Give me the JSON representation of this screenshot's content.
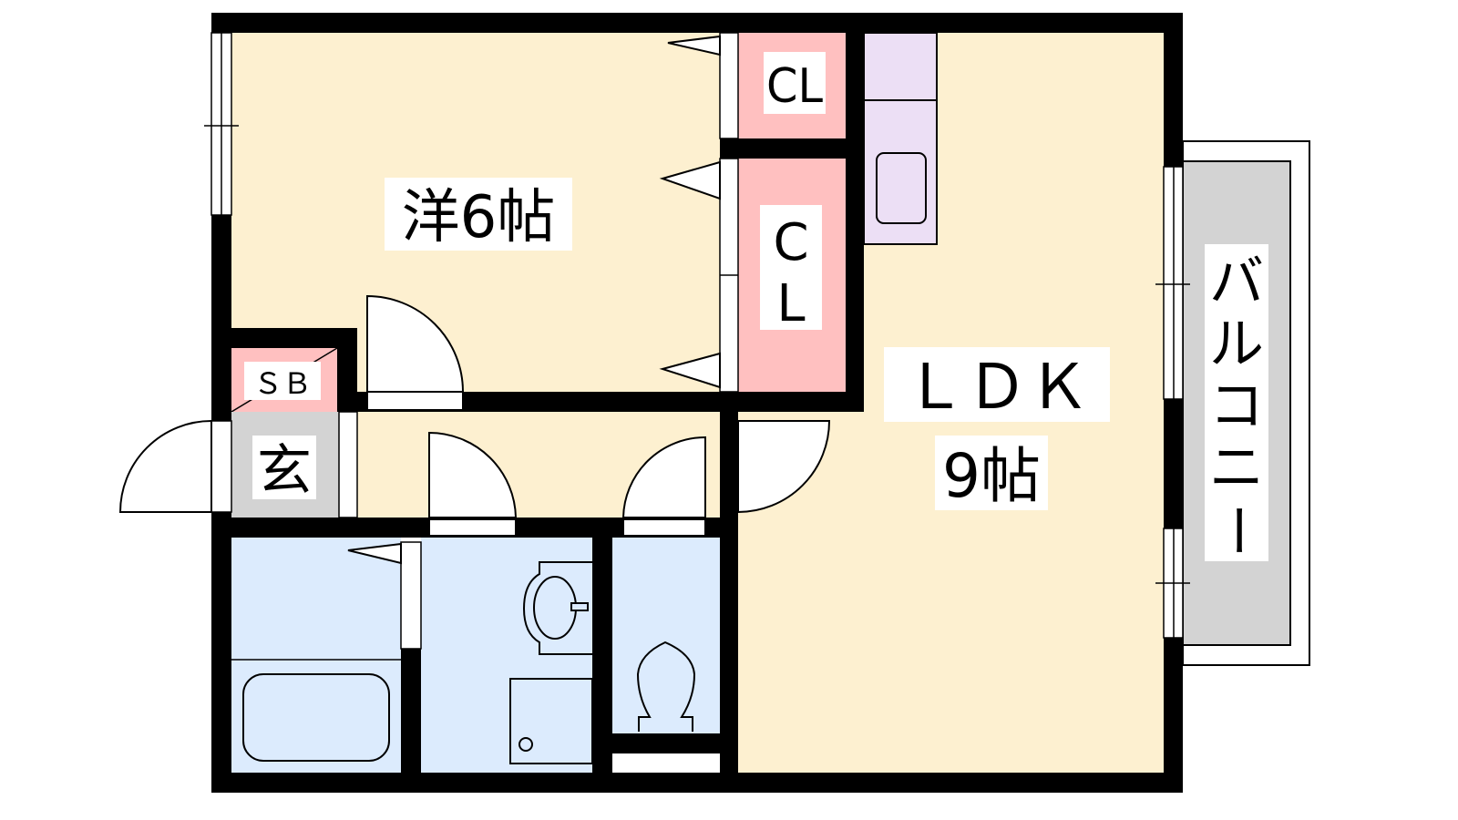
{
  "floorplan": {
    "rooms": {
      "western": {
        "label": "洋6帖"
      },
      "closet_top": {
        "label": "CL"
      },
      "closet_side": {
        "label_c": "C",
        "label_l": "L"
      },
      "shoe_box": {
        "label": "ＳＢ"
      },
      "entrance": {
        "label": "玄"
      },
      "ldk": {
        "label": "ＬＤＫ",
        "size": "9帖"
      },
      "balcony": {
        "chars": [
          "バ",
          "ル",
          "コ",
          "ニ",
          "ー"
        ]
      }
    },
    "colors": {
      "wall": "#000000",
      "room_beige": "#fdf0d0",
      "closet_pink": "#ffc0c0",
      "wet_blue": "#dcebfd",
      "kitchen_purple": "#ecdff5",
      "entrance_grey": "#d3d3d3",
      "balcony_grey": "#d3d3d3"
    }
  }
}
